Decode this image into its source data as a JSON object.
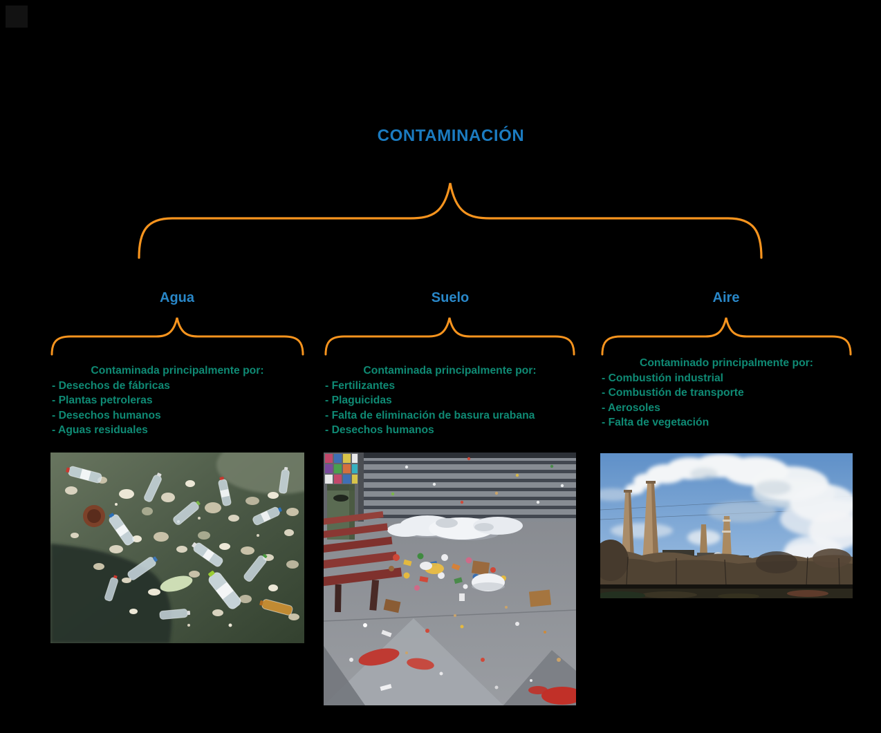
{
  "title": "CONTAMINACIÓN",
  "colors": {
    "background": "#000000",
    "title_blue": "#1B7BC0",
    "heading_blue": "#2987C8",
    "text_green": "#0F8A74",
    "brace_orange": "#F7941E"
  },
  "branches": [
    {
      "label": "Agua",
      "intro": "Contaminada principalmente por:",
      "items": [
        "- Desechos de fábricas",
        "- Plantas petroleras",
        "- Desechos humanos",
        "- Aguas residuales"
      ],
      "photo": "water-pollution-photo"
    },
    {
      "label": "Suelo",
      "intro": "Contaminada principalmente por:",
      "items": [
        "- Fertilizantes",
        "- Plaguicidas",
        "- Falta de eliminación de basura urabana",
        "- Desechos humanos"
      ],
      "photo": "street-litter-photo"
    },
    {
      "label": "Aire",
      "intro": "Contaminado principalmente por:",
      "items": [
        "- Combustión industrial",
        "- Combustión de transporte",
        "- Aerosoles",
        "- Falta de vegetación"
      ],
      "photo": "factory-smokestacks-photo"
    }
  ]
}
